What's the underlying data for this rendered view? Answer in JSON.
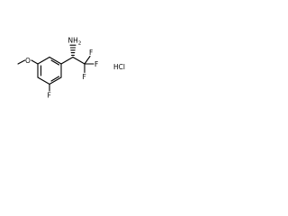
{
  "diagram": {
    "type": "chemical-structure",
    "labels": {
      "amine": "NH",
      "amine_subscript": "2",
      "fluorine_top": "F",
      "fluorine_right": "F",
      "fluorine_bottom": "F",
      "fluorine_ring": "F",
      "methoxy_oxygen": "O",
      "salt": "HCl"
    },
    "colors": {
      "bond": "#000000",
      "text": "#000000",
      "background": "#ffffff"
    }
  }
}
